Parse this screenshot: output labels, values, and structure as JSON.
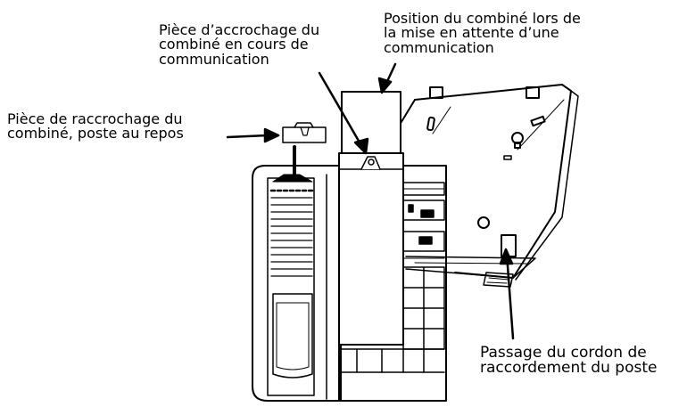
{
  "labels": {
    "hook_in_call": {
      "lines": [
        "Pièce d’accrochage du",
        "combiné en cours de",
        "communication"
      ]
    },
    "handset_hold": {
      "lines": [
        "Position du combiné lors de",
        "la mise en attente d’une",
        "communication"
      ]
    },
    "hook_rest": {
      "lines": [
        "Pièce de raccrochage du",
        "combiné, poste au repos"
      ]
    },
    "cord_passage": {
      "lines": [
        "Passage du cordon de",
        "raccordement du poste"
      ]
    }
  }
}
